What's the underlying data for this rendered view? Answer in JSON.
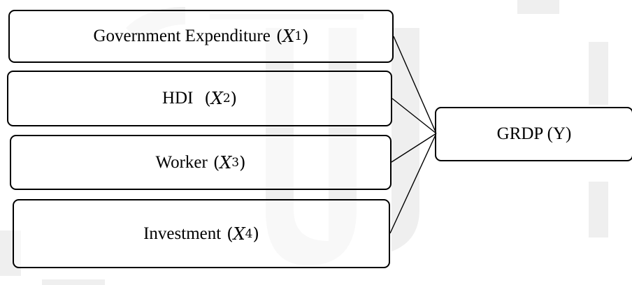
{
  "diagram": {
    "inputs": [
      {
        "label": "Government Expenditure",
        "var": "X",
        "sub": "1"
      },
      {
        "label": "HDI",
        "var": "X",
        "sub": "2"
      },
      {
        "label": "Worker",
        "var": "X",
        "sub": "3"
      },
      {
        "label": "Investment",
        "var": "X",
        "sub": "4"
      }
    ],
    "output": {
      "label": "GRDP (Y)"
    }
  },
  "colors": {
    "line": "#000000",
    "watermark": "#eeeeee"
  }
}
